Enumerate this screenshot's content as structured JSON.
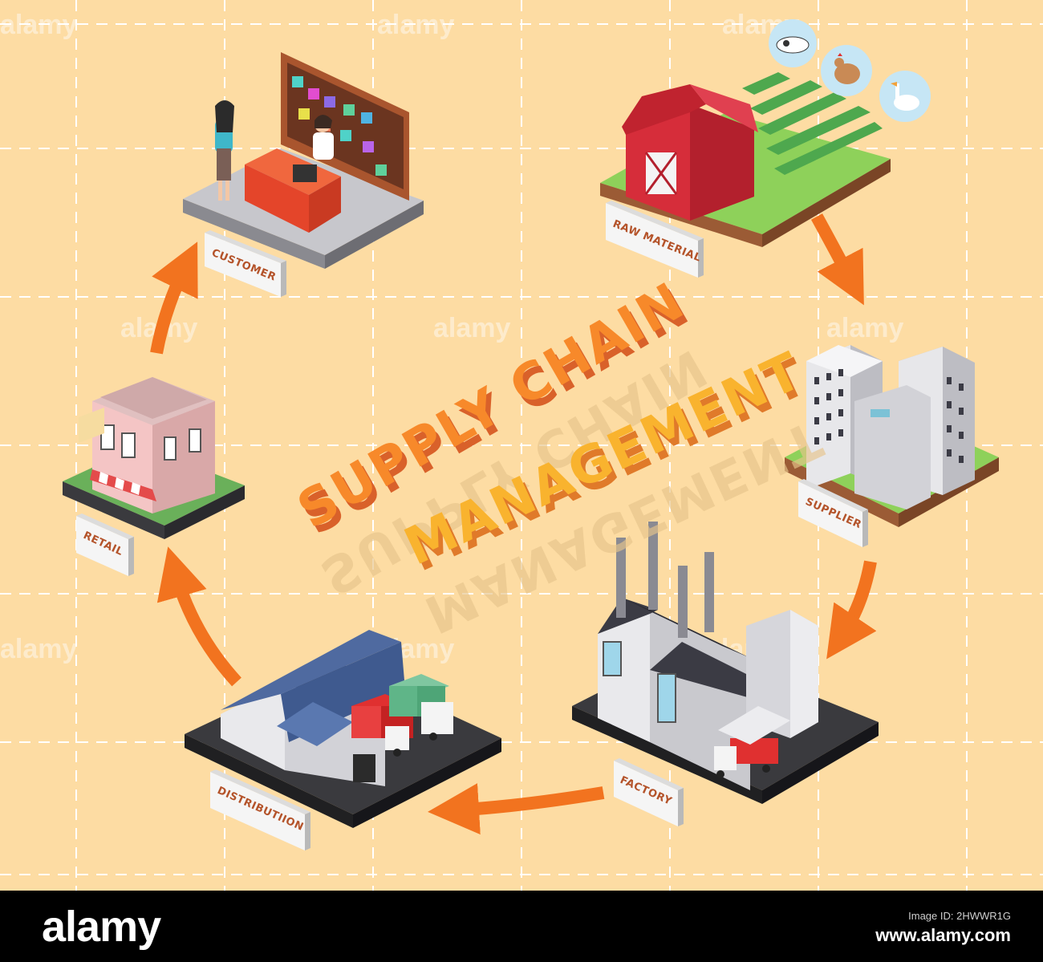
{
  "title": {
    "line1": "SUPPLY CHAIN",
    "line2": "MANAGEMENT"
  },
  "nodes": {
    "customer": "CUSTOMER",
    "raw_material": "RAW MATERIAL",
    "supplier": "SUPPLIER",
    "factory": "FACTORY",
    "distribution": "DISTRIBUTIION",
    "retail": "RETAIL"
  },
  "watermarks": {
    "text": "alamy"
  },
  "footer": {
    "brand": "alamy",
    "image_id": "Image ID: 2HWWR1G",
    "site": "www.alamy.com"
  },
  "colors": {
    "background": "#fddca3",
    "arrow": "#f2731f",
    "grid_dash": "#ffffff",
    "title_front": "#f7a02a",
    "title_side": "#d9612a"
  }
}
